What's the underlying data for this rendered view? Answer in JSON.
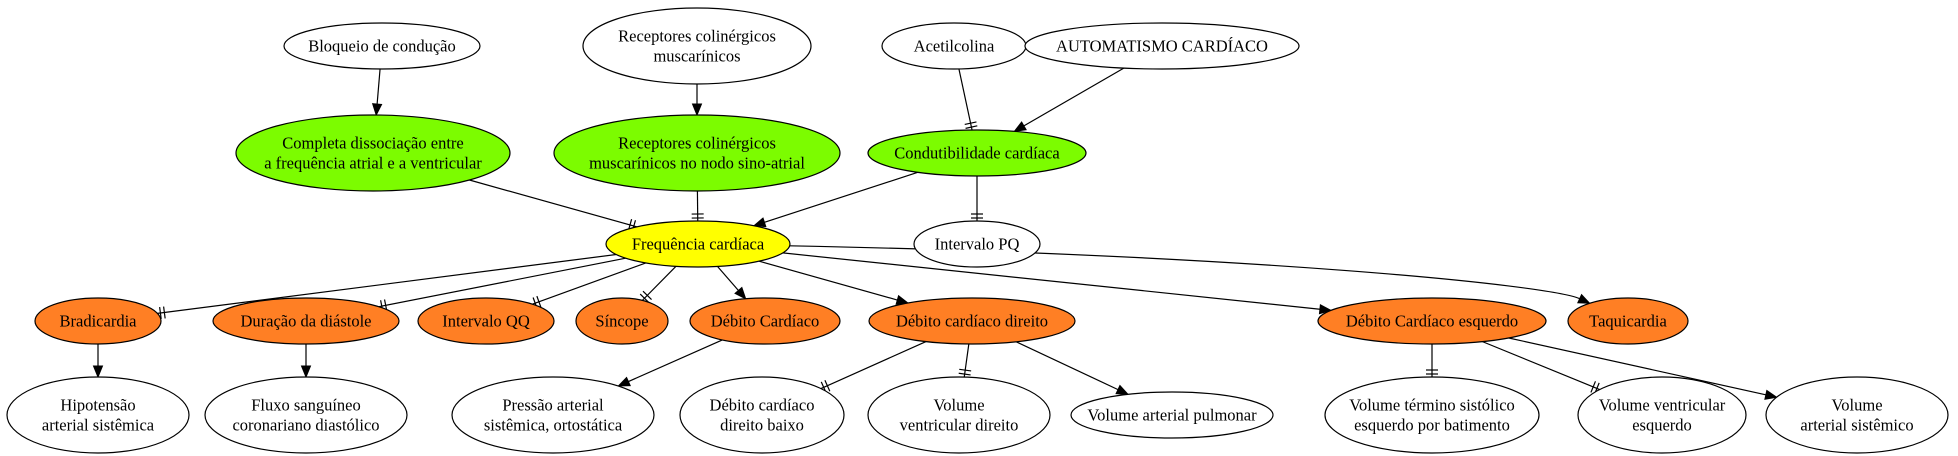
{
  "colors": {
    "green": "#7cfc00",
    "yellow": "#ffff00",
    "orange": "#ff7f24",
    "white": "#ffffff",
    "stroke": "#000000"
  },
  "nodes": {
    "bloqueio": {
      "lines": [
        "Bloqueio de condução"
      ],
      "fill": "white"
    },
    "receptores_musc": {
      "lines": [
        "Receptores colinérgicos",
        "muscarínicos"
      ],
      "fill": "white"
    },
    "acetilcolina": {
      "lines": [
        "Acetilcolina"
      ],
      "fill": "white"
    },
    "automatismo": {
      "lines": [
        "AUTOMATISMO CARDÍACO"
      ],
      "fill": "white"
    },
    "dissociacao": {
      "lines": [
        "Completa dissociação entre",
        "a frequência atrial e a ventricular"
      ],
      "fill": "green"
    },
    "receptores_sino": {
      "lines": [
        "Receptores colinérgicos",
        "muscarínicos no nodo sino-atrial"
      ],
      "fill": "green"
    },
    "condutibilidade": {
      "lines": [
        "Condutibilidade cardíaca"
      ],
      "fill": "green"
    },
    "frequencia": {
      "lines": [
        "Frequência cardíaca"
      ],
      "fill": "yellow"
    },
    "intervalo_pq": {
      "lines": [
        "Intervalo PQ"
      ],
      "fill": "white"
    },
    "bradicardia": {
      "lines": [
        "Bradicardia"
      ],
      "fill": "orange"
    },
    "duracao_diastole": {
      "lines": [
        "Duração da diástole"
      ],
      "fill": "orange"
    },
    "intervalo_qq": {
      "lines": [
        "Intervalo QQ"
      ],
      "fill": "orange"
    },
    "sincope": {
      "lines": [
        "Síncope"
      ],
      "fill": "orange"
    },
    "debito_cardiaco": {
      "lines": [
        "Débito Cardíaco"
      ],
      "fill": "orange"
    },
    "debito_direito": {
      "lines": [
        "Débito cardíaco direito"
      ],
      "fill": "orange"
    },
    "debito_esquerdo": {
      "lines": [
        "Débito Cardíaco esquerdo"
      ],
      "fill": "orange"
    },
    "taquicardia": {
      "lines": [
        "Taquicardia"
      ],
      "fill": "orange"
    },
    "hipotensao": {
      "lines": [
        "Hipotensão",
        "arterial sistêmica"
      ],
      "fill": "white"
    },
    "fluxo": {
      "lines": [
        "Fluxo sanguíneo",
        "coronariano diastólico"
      ],
      "fill": "white"
    },
    "pressao": {
      "lines": [
        "Pressão arterial",
        "sistêmica, ortostática"
      ],
      "fill": "white"
    },
    "debito_direito_baixo": {
      "lines": [
        "Débito cardíaco",
        "direito baixo"
      ],
      "fill": "white"
    },
    "volume_vd": {
      "lines": [
        "Volume",
        "ventricular direito"
      ],
      "fill": "white"
    },
    "volume_pulmonar": {
      "lines": [
        "Volume arterial pulmonar"
      ],
      "fill": "white"
    },
    "volume_termino": {
      "lines": [
        "Volume término sistólico",
        "esquerdo por batimento"
      ],
      "fill": "white"
    },
    "volume_ve": {
      "lines": [
        "Volume ventricular",
        "esquerdo"
      ],
      "fill": "white"
    },
    "volume_sistemico": {
      "lines": [
        "Volume",
        "arterial sistêmico"
      ],
      "fill": "white"
    }
  },
  "edges": [
    {
      "from": "bloqueio",
      "to": "dissociacao",
      "marker": "arrow"
    },
    {
      "from": "receptores_musc",
      "to": "receptores_sino",
      "marker": "arrow"
    },
    {
      "from": "acetilcolina",
      "to": "condutibilidade",
      "marker": "double-bar"
    },
    {
      "from": "automatismo",
      "to": "condutibilidade",
      "marker": "arrow"
    },
    {
      "from": "dissociacao",
      "to": "frequencia",
      "marker": "double-bar"
    },
    {
      "from": "receptores_sino",
      "to": "frequencia",
      "marker": "double-bar"
    },
    {
      "from": "condutibilidade",
      "to": "frequencia",
      "marker": "arrow"
    },
    {
      "from": "condutibilidade",
      "to": "intervalo_pq",
      "marker": "double-bar"
    },
    {
      "from": "frequencia",
      "to": "bradicardia",
      "marker": "double-bar"
    },
    {
      "from": "frequencia",
      "to": "duracao_diastole",
      "marker": "double-bar"
    },
    {
      "from": "frequencia",
      "to": "intervalo_qq",
      "marker": "double-bar"
    },
    {
      "from": "frequencia",
      "to": "sincope",
      "marker": "double-bar"
    },
    {
      "from": "frequencia",
      "to": "debito_cardiaco",
      "marker": "arrow"
    },
    {
      "from": "frequencia",
      "to": "debito_direito",
      "marker": "arrow"
    },
    {
      "from": "frequencia",
      "to": "debito_esquerdo",
      "marker": "arrow"
    },
    {
      "from": "frequencia",
      "to": "taquicardia",
      "marker": "arrow"
    },
    {
      "from": "bradicardia",
      "to": "hipotensao",
      "marker": "arrow"
    },
    {
      "from": "duracao_diastole",
      "to": "fluxo",
      "marker": "arrow"
    },
    {
      "from": "debito_cardiaco",
      "to": "pressao",
      "marker": "arrow"
    },
    {
      "from": "debito_direito",
      "to": "debito_direito_baixo",
      "marker": "double-bar"
    },
    {
      "from": "debito_direito",
      "to": "volume_vd",
      "marker": "double-bar"
    },
    {
      "from": "debito_direito",
      "to": "volume_pulmonar",
      "marker": "arrow"
    },
    {
      "from": "debito_esquerdo",
      "to": "volume_termino",
      "marker": "double-bar"
    },
    {
      "from": "debito_esquerdo",
      "to": "volume_ve",
      "marker": "double-bar"
    },
    {
      "from": "debito_esquerdo",
      "to": "volume_sistemico",
      "marker": "arrow"
    }
  ]
}
